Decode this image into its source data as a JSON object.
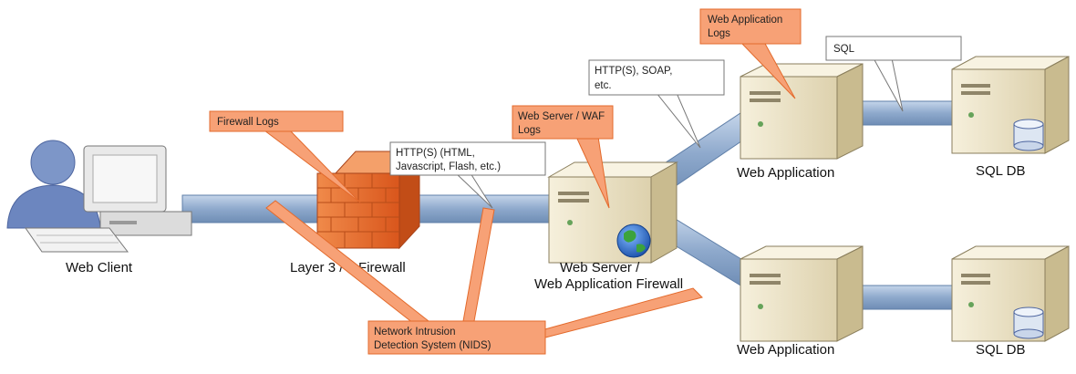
{
  "nodes": {
    "web_client": "Web Client",
    "firewall": "Layer 3 / 4 Firewall",
    "web_server_line1": "Web Server /",
    "web_server_line2": "Web Application Firewall",
    "web_app_top": "Web Application",
    "web_app_bottom": "Web Application",
    "sql_top": "SQL DB",
    "sql_bottom": "SQL DB"
  },
  "callouts": {
    "firewall_logs": "Firewall Logs",
    "waf_logs_line1": "Web Server / WAF",
    "waf_logs_line2": "Logs",
    "app_logs_line1": "Web Application",
    "app_logs_line2": "Logs",
    "nids_line1": "Network Intrusion",
    "nids_line2": "Detection System (NIDS)",
    "http_html_line1": "HTTP(S) (HTML,",
    "http_html_line2": "Javascript, Flash, etc.)",
    "soap_line1": "HTTP(S), SOAP,",
    "soap_line2": "etc.",
    "sql": "SQL"
  },
  "colors": {
    "pipe": "#9fb8d6",
    "pipe_edge": "#5f7fa8",
    "orange": "#f7a176",
    "orange_edge": "#e36a2c",
    "server_body": "#ede4c9",
    "firewall_brick": "#e8672a"
  }
}
